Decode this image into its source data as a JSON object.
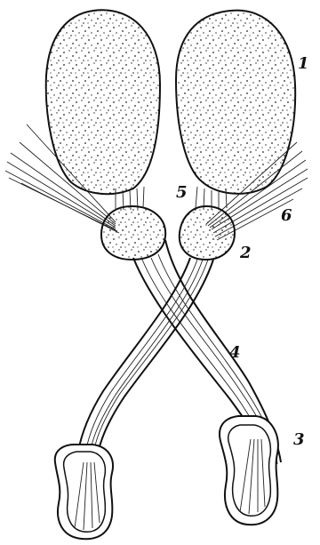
{
  "figure": {
    "labels": {
      "label_1": "1",
      "label_2": "2",
      "label_3": "3",
      "label_4": "4",
      "label_5": "5",
      "label_6": "6"
    },
    "colors": {
      "ink": "#111111",
      "paper": "#ffffff"
    }
  }
}
